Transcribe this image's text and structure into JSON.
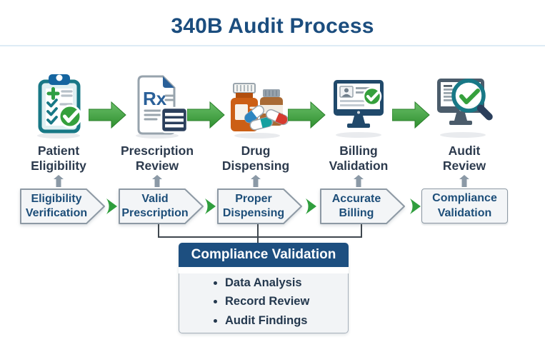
{
  "title": "340B Audit Process",
  "steps": [
    {
      "icon": "clipboard-check-icon",
      "label": [
        "Patient",
        "Eligibility"
      ],
      "flow": [
        "Eligibility",
        "Verification"
      ]
    },
    {
      "icon": "rx-document-icon",
      "label": [
        "Prescription",
        "Review"
      ],
      "flow": [
        "Valid",
        "Prescription"
      ]
    },
    {
      "icon": "drug-bottles-icon",
      "label": [
        "Drug",
        "Dispensing"
      ],
      "flow": [
        "Proper",
        "Dispensing"
      ]
    },
    {
      "icon": "monitor-check-icon",
      "label": [
        "Billing",
        "Validation"
      ],
      "flow": [
        "Accurate",
        "Billing"
      ]
    },
    {
      "icon": "monitor-magnifier-icon",
      "label": [
        "Audit",
        "Review"
      ],
      "flow": [
        "Compliance",
        "Validation"
      ]
    }
  ],
  "summary": {
    "header": "Compliance Validation",
    "bullets": [
      "Data Analysis",
      "Record Review",
      "Audit Findings"
    ]
  },
  "icon_text": {
    "rx": "Rx"
  },
  "colors": {
    "title_blue": "#1b4d7e",
    "label_navy": "#2d3b4e",
    "flow_text_blue": "#1d4e79",
    "arrow_green_light": "#6abf69",
    "arrow_green_dark": "#2f8f2f",
    "badge_green": "#35a03c",
    "teal": "#187886",
    "summary_header_blue": "#1d4f80",
    "connector_gray": "#8b99a6",
    "box_fill": "#f3f5f7",
    "box_border": "#8d99a4",
    "bracket_line": "#3f474e"
  }
}
